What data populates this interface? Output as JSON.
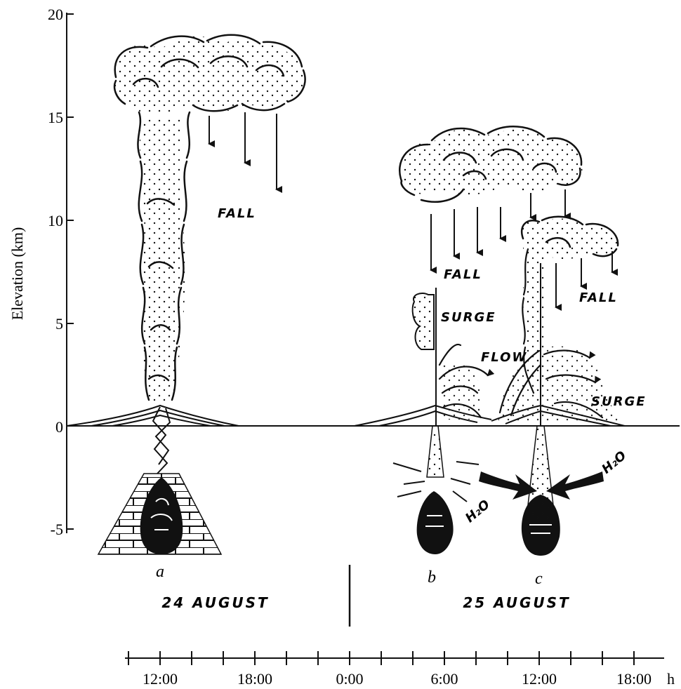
{
  "axis": {
    "y_label": "Elevation (km)",
    "y_ticks": [
      "20",
      "15",
      "10",
      "5",
      "0",
      "-5"
    ],
    "time_ticks": [
      "12:00",
      "18:00",
      "0:00",
      "6:00",
      "12:00",
      "18:00"
    ],
    "time_unit": "h"
  },
  "dates": {
    "first": "24 AUGUST",
    "second": "25 AUGUST"
  },
  "phases": {
    "a": "a",
    "b": "b",
    "c": "c"
  },
  "labels": {
    "fall_a": "FALL",
    "fall_b": "FALL",
    "fall_c": "FALL",
    "surge_b": "SURGE",
    "surge_c": "SURGE",
    "flow": "FLOW",
    "h2o_b": "H₂O",
    "h2o_c": "H₂O"
  },
  "colors": {
    "ink": "#111111",
    "paper": "#ffffff"
  }
}
